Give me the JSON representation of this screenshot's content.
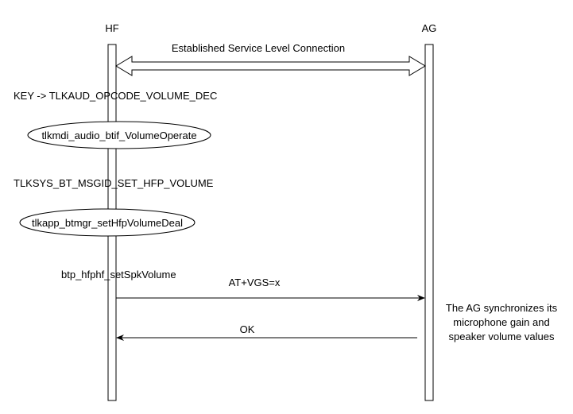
{
  "participants": {
    "hf": "HF",
    "ag": "AG"
  },
  "messages": {
    "slc": "Established Service Level Connection",
    "key_event": "KEY -> TLKAUD_OPCODE_VOLUME_DEC",
    "volume_operate": "tlkmdi_audio_btif_VolumeOperate",
    "msgid": "TLKSYS_BT_MSGID_SET_HFP_VOLUME",
    "volume_deal": "tlkapp_btmgr_setHfpVolumeDeal",
    "set_spk_volume": "btp_hfphf_setSpkVolume",
    "at_vgs": "AT+VGS=x",
    "ok": "OK"
  },
  "notes": {
    "ag_sync": "The AG synchronizes its microphone gain and speaker volume values"
  },
  "colors": {
    "line": "#000000",
    "background": "#ffffff"
  }
}
